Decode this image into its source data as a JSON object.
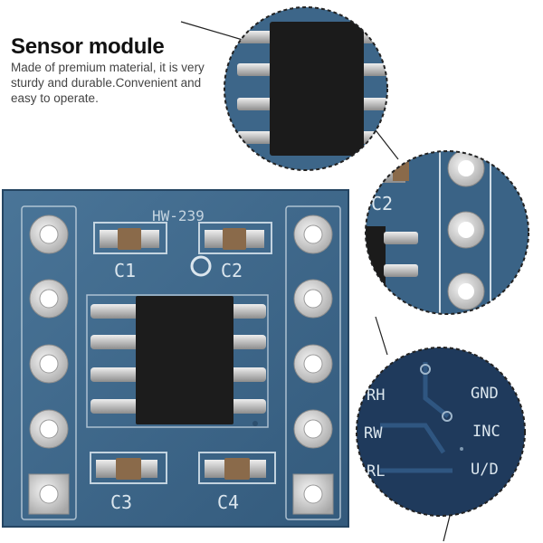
{
  "heading": {
    "title": "Sensor module",
    "description": "Made of premium material, it is very sturdy and durable.Convenient and easy to operate."
  },
  "board": {
    "model": "HW-239",
    "capacitor_labels": [
      "C1",
      "C2",
      "C3",
      "C4"
    ]
  },
  "zoom_views": {
    "middle_label": "C2",
    "bottom_pin_labels_right": [
      "GND",
      "INC",
      "U/D"
    ],
    "bottom_pin_labels_left": [
      "RH",
      "RW",
      "RL"
    ]
  },
  "colors": {
    "pcb": "#3f6a8e",
    "pcb_dark": "#2c4f6e",
    "chip": "#1c1c1c",
    "pad": "#d9d9d9",
    "zoom_bg": "#1f3a5c"
  }
}
